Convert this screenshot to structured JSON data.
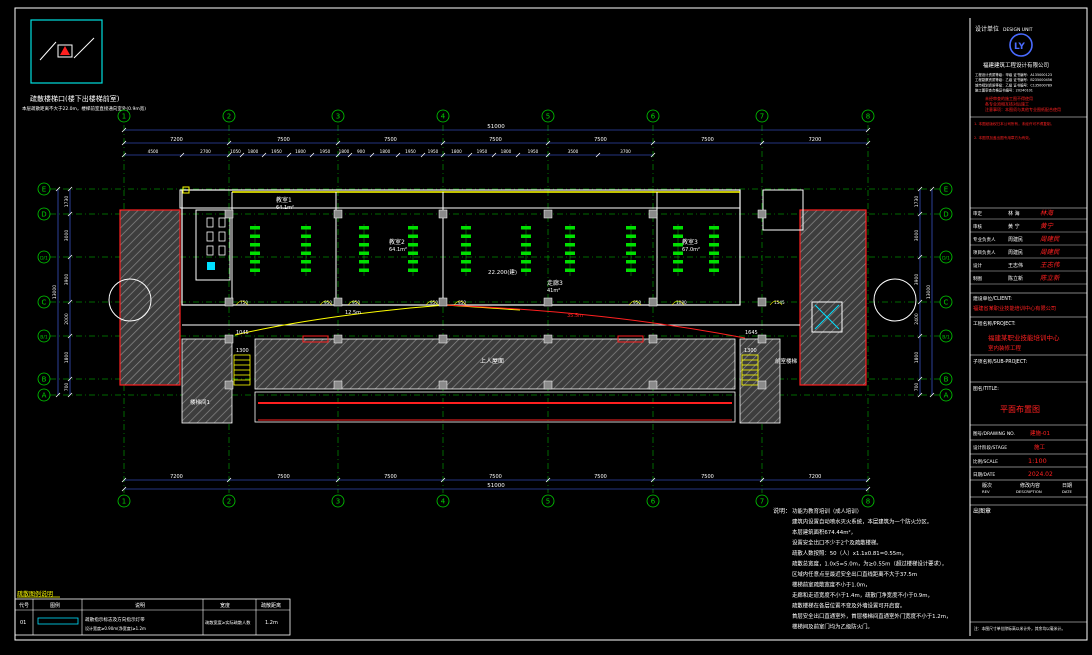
{
  "drawing": {
    "total_length": "51000",
    "top_spans": [
      "7200",
      "7500",
      "7500",
      "7500",
      "7500",
      "7500",
      "7200"
    ],
    "bottom_spans": [
      "7200",
      "7500",
      "7500",
      "7500",
      "7500",
      "7500",
      "7200"
    ],
    "top_sub_dims": [
      "4500",
      "2700",
      "1050",
      "1800",
      "1950",
      "1800",
      "1950",
      "1800",
      "900",
      "1800",
      "1950",
      "1950",
      "1800",
      "1950",
      "1800",
      "1950",
      "3500",
      "3700"
    ],
    "col_axes": [
      "1",
      "2",
      "3",
      "4",
      "5",
      "6",
      "7",
      "8"
    ],
    "row_axes": [
      "E",
      "D",
      "D/1",
      "C",
      "B/1",
      "B",
      "A"
    ],
    "left_dims": [
      "1730",
      "3000",
      "3900",
      "2000",
      "1800",
      "700"
    ],
    "right_dims": [
      "1730",
      "3000",
      "3900",
      "2400",
      "1800",
      "700"
    ],
    "left_total": "13000",
    "right_total": "13000",
    "rooms": [
      {
        "name": "教室1",
        "area": "64.1m²"
      },
      {
        "name": "教室2",
        "area": "64.1m²"
      },
      {
        "name": "教室3",
        "area": "67.0m²"
      }
    ],
    "corridor_label": "走廊3",
    "corridor_area": "41m²",
    "elevation": "22.200(建)",
    "evac_len_1": "12.5m",
    "evac_len_2": "35.5m",
    "evac_len_3": "16.5m",
    "dims_local": [
      "1045",
      "1645",
      "1300",
      "1300",
      "1900"
    ],
    "roof_label": "上人屋面",
    "stair_left": "楼梯间1",
    "stair_right": "前室楼梯",
    "door_tags": [
      "750",
      "950",
      "950",
      "950",
      "950",
      "950",
      "1080",
      "1545"
    ]
  },
  "keyplan": {
    "title": "疏散楼梯口(楼下出楼梯前室)",
    "note": "本层疏散距离不大于22.0m，楼梯前室直接通向室外(0.9m宽)"
  },
  "legend": {
    "title": "疏散图例说明",
    "headers": [
      "代号",
      "图例",
      "说明",
      "宽度",
      "疏散距离"
    ],
    "row_code": "01",
    "row_desc": "疏散指示标志及方向指示灯带",
    "row_sub": "设计宽度≥0.90m(净宽度)≥1.2m",
    "row_width": "疏散宽度≥实际疏散人数",
    "row_dist": "1.2m"
  },
  "notes": {
    "title": "说明：",
    "lines": [
      "功能为教育培训（成人培训）",
      "建筑内设置自动喷水灭火系统，本层建筑为一个防火分区。",
      "本层建筑面积674.44m²，",
      "设置安全出口不少于2个及疏散楼梯。",
      "疏散人数按照：50（人）x1.1x0.81=0.55m，",
      "疏散总宽度，1.0x5=5.0m，为≥0.55m（超过楼梯设计要求），",
      "区域内任意点至最近安全出口直线距离不大于37.5m",
      "楼梯前室疏散宽度不小于1.0m，",
      "走廊和走道宽度不小于1.4m，疏散门净宽度不小于0.9m，",
      "疏散楼梯在各层位置不变及外墙设置可开启窗。",
      "首层安全出口直通室外，首层楼梯间直通室外门宽度不小于1.2m，",
      "楼梯间及前室门均为乙级防火门。"
    ]
  },
  "title_block": {
    "company_label": "设计单位",
    "company_en": "DESIGN UNIT",
    "logo": "LY",
    "company_name": "福建建筑工程设计有限公司",
    "cert_lines": [
      "工程设计资质等级：甲级  证书编号：A135000123",
      "工程勘察资质等级：乙级  证书编号：B235000456",
      "城市规划资质等级：乙级  证书编号：C135000789",
      "施工图审查合格证书编号：20240101"
    ],
    "red_lines": [
      "未经审查的施工图不得使用",
      "各专业须相互核对后施工",
      "注意事项：本图须与其他专业图纸配合使用"
    ],
    "stamp_notes": [
      "1. 本图纸版权归本公司所有，未经许可不得复制。",
      "2. 本图须加盖出图专用章方为有效。"
    ],
    "sign_rows": [
      {
        "role": "审定",
        "name": "林 海",
        "sig": "林海"
      },
      {
        "role": "审核",
        "name": "黄 宁",
        "sig": "黄宁"
      },
      {
        "role": "专业负责人",
        "name": "周建民",
        "sig": "周建民"
      },
      {
        "role": "项目负责人",
        "name": "周建民",
        "sig": "周建民"
      },
      {
        "role": "设计",
        "name": "王志伟",
        "sig": "王志伟"
      },
      {
        "role": "制图",
        "name": "陈立新",
        "sig": "陈立新"
      }
    ],
    "client_label": "建设单位/CLIENT:",
    "client_name": "福建省某职业技能培训中心有限公司",
    "project_label": "工程名称/PROJECT:",
    "project_name_1": "福建某职业技能培训中心",
    "project_name_2": "室内装修工程",
    "sub_project_label": "子项名称/SUB-PROJECT:",
    "drawing_title_label": "图名/TITLE:",
    "drawing_title": "平面布置图",
    "drawing_no_label": "图号/DRAWING NO.",
    "drawing_no": "建施-01",
    "stage_label": "设计阶段/STAGE",
    "stage": "施工",
    "scale_label": "比例/SCALE",
    "scale": "1:100",
    "date_label": "日期/DATE",
    "date": "2024.02",
    "rev_headers": [
      "版次",
      "修改内容",
      "日期"
    ],
    "rev_sub": [
      "REV",
      "DESCRIPTION",
      "DATE"
    ],
    "stamp_label": "出图章",
    "footer": "注：本图尺寸单位除标高以米计外，其余均以毫米计。"
  },
  "colors": {
    "axis_green": "#00d000",
    "dim_blue": "#4a6bff",
    "wall_white": "#ffffff",
    "red": "#ff2020",
    "yellow": "#ffff00",
    "hatch_gray": "#6a6a6a"
  }
}
